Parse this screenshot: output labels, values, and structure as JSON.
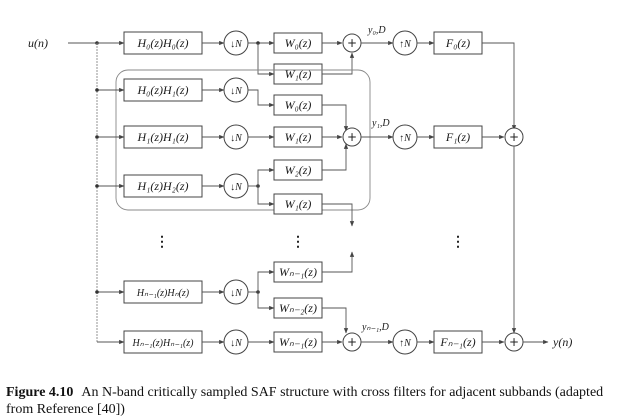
{
  "diagram": {
    "input_label": "u(n)",
    "output_label": "y(n)",
    "analysis_filters": [
      "H₀(z)H₀(z)",
      "H₀(z)H₁(z)",
      "H₁(z)H₁(z)",
      "H₁(z)H₂(z)",
      "Hₙ₋₁(z)Hₙ(z)",
      "Hₙ₋₁(z)Hₙ₋₁(z)"
    ],
    "decimator": "↓N",
    "interpolator": "↑N",
    "weight_filters": [
      "W₀(z)",
      "W₁(z)",
      "W₀(z)",
      "W₁(z)",
      "W₂(z)",
      "W₁(z)",
      "Wₙ₋₁(z)",
      "Wₙ₋₂(z)",
      "Wₙ₋₁(z)"
    ],
    "synthesis_filters": [
      "F₀(z)",
      "F₁(z)",
      "Fₙ₋₁(z)"
    ],
    "signals": [
      "y₀,D",
      "y₁,D",
      "yₙ₋₁,D"
    ],
    "sum_symbol": "+",
    "vdots": "⋮"
  },
  "caption": {
    "figure": "Figure 4.10",
    "text": "An N-band critically sampled SAF structure with cross filters for adjacent subbands (adapted from Reference [40])"
  }
}
